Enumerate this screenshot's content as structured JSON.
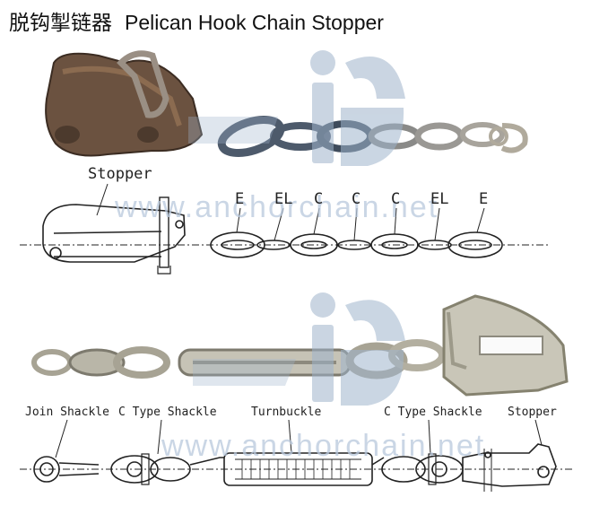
{
  "title": {
    "chinese": "脱钩掣链器",
    "english": "Pelican Hook Chain Stopper"
  },
  "watermark": {
    "text": "www.anchorchain.net",
    "logo_letters": "iG"
  },
  "diagram_top": {
    "stopper_label": "Stopper",
    "link_labels": [
      "E",
      "EL",
      "C",
      "C",
      "C",
      "EL",
      "E"
    ]
  },
  "diagram_bottom": {
    "labels": [
      "Join Shackle",
      "C Type Shackle",
      "Turnbuckle",
      "C Type Shackle",
      "Stopper"
    ]
  },
  "colors": {
    "metal_dark": "#5b4a3a",
    "metal_mid": "#8a8070",
    "steel": "#4d5a6b",
    "galvanized": "#b9b6a8",
    "logo": "#9fb4cc",
    "line": "#222222"
  }
}
